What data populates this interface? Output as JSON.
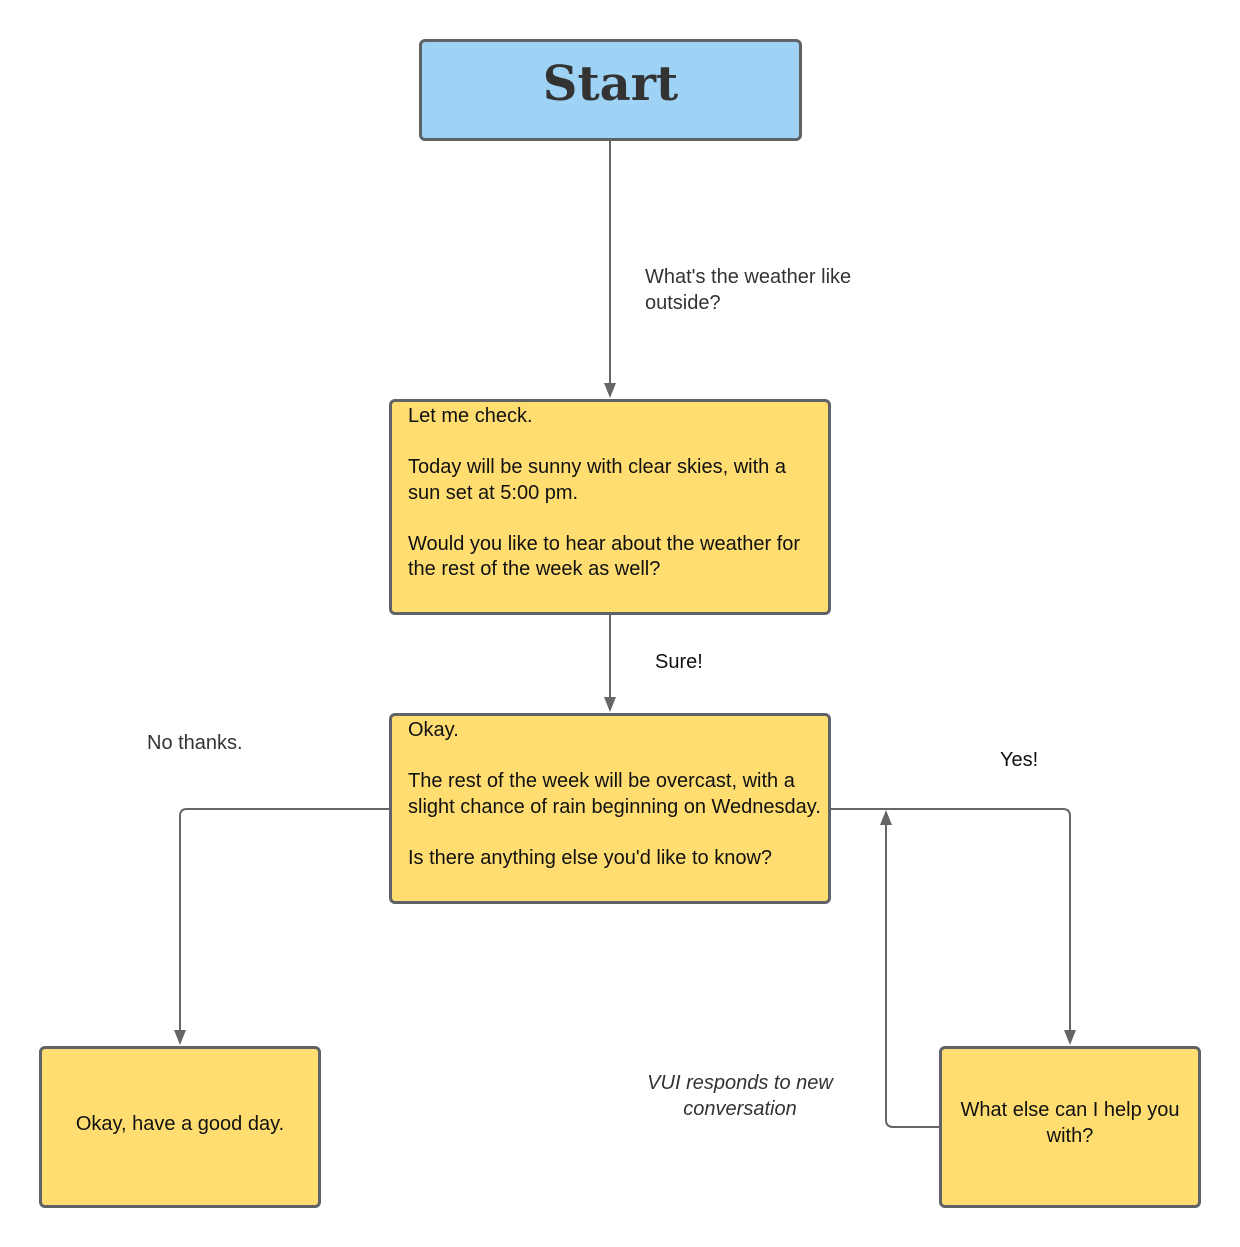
{
  "start": {
    "label": "Start"
  },
  "node_check": {
    "text": "Let me check.\n\nToday will be sunny with clear skies, with a sun set at 5:00 pm.\n\nWould you like to hear about the weather for the rest of the week as well?"
  },
  "node_week": {
    "text": "Okay.\n\nThe rest of the week will be overcast, with a slight chance of rain beginning on Wednesday.\n\nIs there anything else you'd like to know?"
  },
  "node_goodbye": {
    "text": "Okay, have a good day."
  },
  "node_help": {
    "text": "What else can I help you with?"
  },
  "edges": {
    "weather_question": "What's the weather like outside?",
    "sure": "Sure!",
    "no_thanks": "No thanks.",
    "yes": "Yes!",
    "vui_note": "VUI responds to new conversation"
  },
  "colors": {
    "start_fill": "#9fd3f5",
    "node_fill": "#ffdd70",
    "border": "#5f6368",
    "connector": "#666666"
  }
}
